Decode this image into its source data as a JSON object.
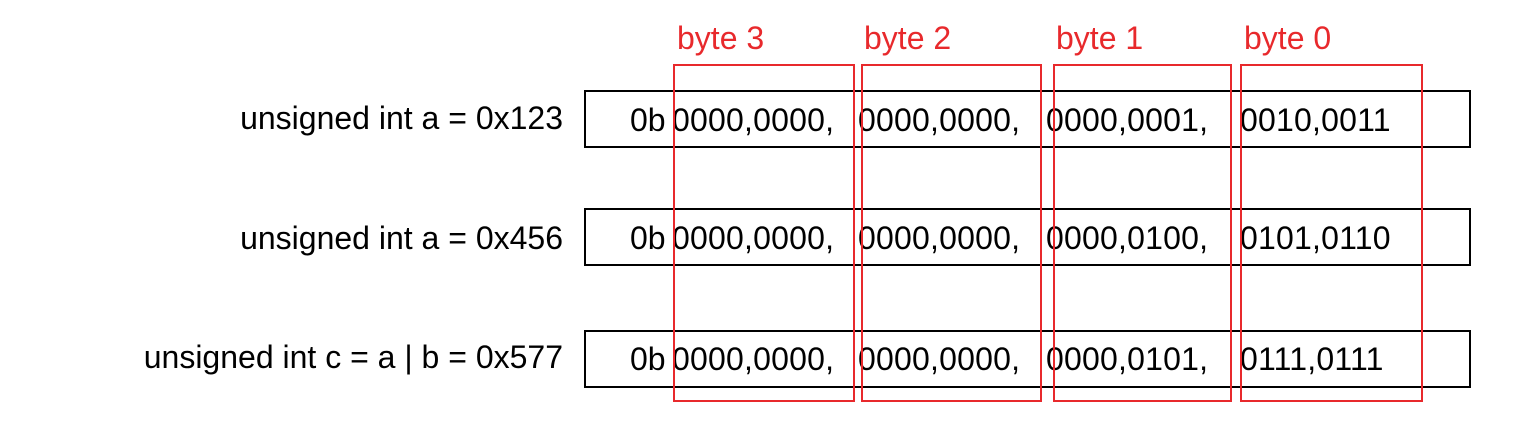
{
  "byte_labels": [
    "byte 3",
    "byte 2",
    "byte 1",
    "byte 0"
  ],
  "rows": [
    {
      "label": "unsigned int a = 0x123",
      "prefix": "0b",
      "bytes": [
        "0000,0000,",
        "0000,0000,",
        "0000,0001,",
        "0010,0011"
      ]
    },
    {
      "label": "unsigned int a = 0x456",
      "prefix": "0b",
      "bytes": [
        "0000,0000,",
        "0000,0000,",
        "0000,0100,",
        "0101,0110"
      ]
    },
    {
      "label": "unsigned int c = a | b = 0x577",
      "prefix": "0b",
      "bytes": [
        "0000,0000,",
        "0000,0000,",
        "0000,0101,",
        "0111,0111"
      ]
    }
  ],
  "colors": {
    "highlight": "#e8292c",
    "text": "#000000",
    "box_border": "#000000"
  }
}
